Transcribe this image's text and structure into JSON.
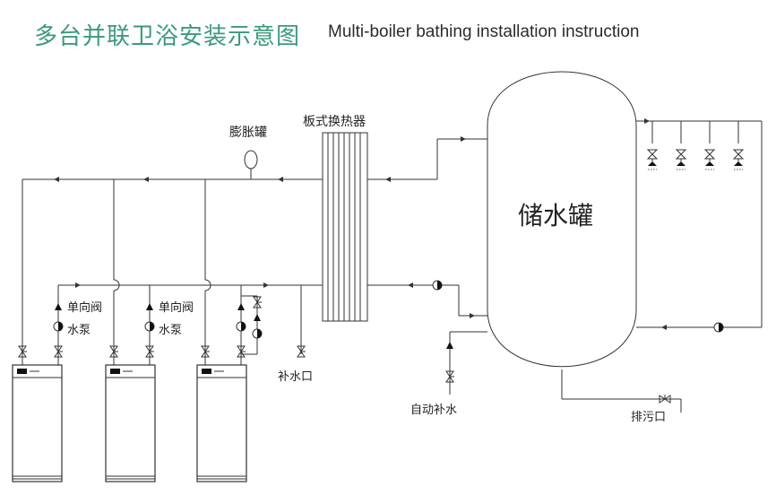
{
  "title": {
    "cn": "多台并联卫浴安装示意图",
    "en": "Multi-boiler bathing installation instruction"
  },
  "colors": {
    "title": "#3a9a7c",
    "line": "#333333",
    "text": "#222222"
  },
  "labels": {
    "expansion_tank": "膨胀罐",
    "plate_exchanger": "板式换热器",
    "storage_tank": "储水罐",
    "check_valve_1": "单向阀",
    "pump_1": "水泵",
    "check_valve_2": "单向阀",
    "pump_2": "水泵",
    "makeup_port": "补水口",
    "auto_makeup": "自动补水",
    "drain_port": "排污口"
  }
}
